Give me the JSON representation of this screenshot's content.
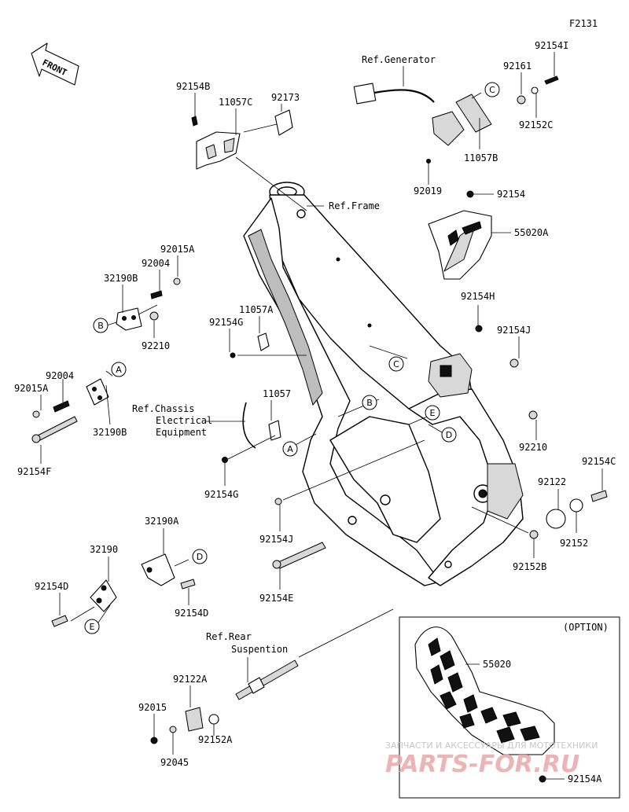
{
  "figure_code": "F2131",
  "front_label": "FRONT",
  "option_label": "(OPTION)",
  "watermark": {
    "line1": "ЗАПЧАСТИ И АКСЕССУАРЫ ДЛЯ МОТОТЕХНИКИ",
    "line2": "PARTS-FOR.RU"
  },
  "references": {
    "generator": "Ref.Generator",
    "frame": "Ref.Frame",
    "chassis_line1": "Ref.Chassis",
    "chassis_line2": "Electrical",
    "chassis_line3": "Equipment",
    "rear_line1": "Ref.Rear",
    "rear_line2": "Suspention"
  },
  "callouts": [
    "A",
    "B",
    "C",
    "D",
    "E"
  ],
  "part_labels": {
    "p92154I": "92154I",
    "p92161": "92161",
    "p92152C": "92152C",
    "p11057B": "11057B",
    "p92019": "92019",
    "p92154": "92154",
    "p55020A": "55020A",
    "p92154B": "92154B",
    "p11057C": "11057C",
    "p92173": "92173",
    "p92015A_top": "92015A",
    "p92004_top": "92004",
    "p32190B_top": "32190B",
    "p92210_left": "92210",
    "p11057A": "11057A",
    "p92154G_top": "92154G",
    "p92154H": "92154H",
    "p92154J_right": "92154J",
    "p92004_mid": "92004",
    "p92015A_mid": "92015A",
    "p32190B_mid": "32190B",
    "p92154F": "92154F",
    "p11057": "11057",
    "p92154G_bot": "92154G",
    "p92210_right": "92210",
    "p92154C": "92154C",
    "p92122": "92122",
    "p92152": "92152",
    "p92152B": "92152B",
    "p92154J_left": "92154J",
    "p92154E": "92154E",
    "p32190A": "32190A",
    "p32190": "32190",
    "p92154D_left": "92154D",
    "p92154D_right": "92154D",
    "p92122A": "92122A",
    "p92015": "92015",
    "p92152A": "92152A",
    "p92045": "92045",
    "p55020": "55020",
    "p92154A": "92154A"
  }
}
